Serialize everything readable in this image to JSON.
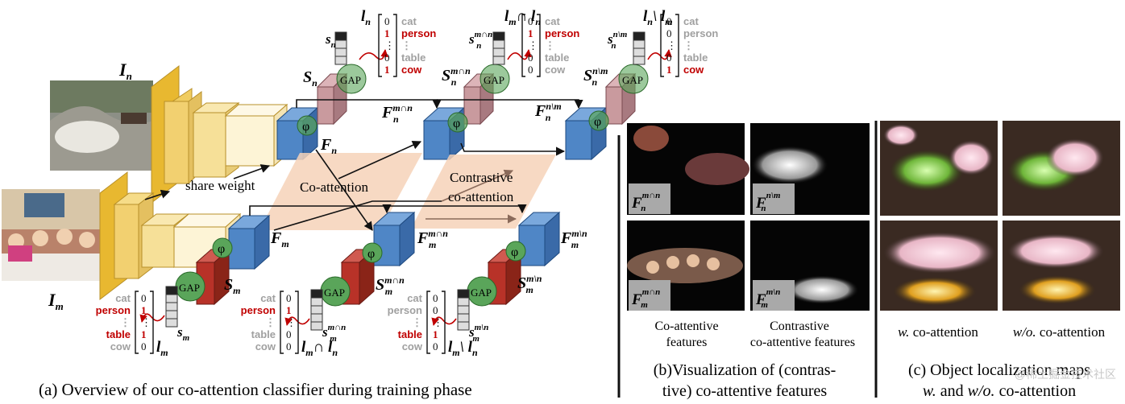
{
  "labels": {
    "In": "I",
    "In_sub": "n",
    "Im": "I",
    "Im_sub": "m",
    "share_weight": "share weight",
    "co_attention": "Co-attention",
    "contrastive_1": "Contrastive",
    "contrastive_2": "co-attention",
    "Sn": "S",
    "Sn_sub": "n",
    "Snmn": "S",
    "Snmn_sub": "n",
    "Snmn_sup": "m∩n",
    "Snnm": "S",
    "Snnm_sub": "n",
    "Snnm_sup": "n\\m",
    "Sm": "S",
    "Sm_sub": "m",
    "Smmn": "S",
    "Smmn_sub": "m",
    "Smmn_sup": "m∩n",
    "Smmm": "S",
    "Smmm_sub": "m",
    "Smmm_sup": "m\\n",
    "Fn": "F",
    "Fn_sub": "n",
    "Fm": "F",
    "Fm_sub": "m",
    "Fnmn": "F",
    "Fnmn_sub": "n",
    "Fnmn_sup": "m∩n",
    "Fnnm": "F",
    "Fnnm_sub": "n",
    "Fnnm_sup": "n\\m",
    "Fmmn": "F",
    "Fmmn_sub": "m",
    "Fmmn_sup": "m∩n",
    "Fmmm": "F",
    "Fmmm_sub": "m",
    "Fmmm_sup": "m\\n",
    "gap": "GAP",
    "phi": "φ",
    "vectors_top": [
      {
        "head": "l",
        "head_sub": "n",
        "head_rest": "",
        "s": "s",
        "s_sub": "n",
        "s_sup": "",
        "values": [
          "0",
          "1",
          "⋮",
          "0",
          "1"
        ],
        "classes": [
          "cat",
          "person",
          "⋮",
          "table",
          "cow"
        ],
        "hi": [
          false,
          true,
          false,
          false,
          true
        ]
      },
      {
        "head": "l",
        "head_sub": "m",
        "head_rest": "∩ l",
        "head_rest_sub": "n",
        "s": "s",
        "s_sub": "n",
        "s_sup": "m∩n",
        "values": [
          "0",
          "1",
          "⋮",
          "0",
          "0"
        ],
        "classes": [
          "cat",
          "person",
          "⋮",
          "table",
          "cow"
        ],
        "hi": [
          false,
          true,
          false,
          false,
          false
        ]
      },
      {
        "head": "l",
        "head_sub": "n",
        "head_rest": "\\ l",
        "head_rest_sub": "m",
        "s": "s",
        "s_sub": "n",
        "s_sup": "n\\m",
        "values": [
          "0",
          "0",
          "⋮",
          "0",
          "1"
        ],
        "classes": [
          "cat",
          "person",
          "⋮",
          "table",
          "cow"
        ],
        "hi": [
          false,
          false,
          false,
          false,
          true
        ]
      }
    ],
    "vectors_bottom": [
      {
        "head": "l",
        "head_sub": "m",
        "head_rest": "",
        "s": "s",
        "s_sub": "m",
        "s_sup": "",
        "values": [
          "0",
          "1",
          "⋮",
          "1",
          "0"
        ],
        "classes": [
          "cat",
          "person",
          "⋮",
          "table",
          "cow"
        ],
        "hi": [
          false,
          true,
          false,
          true,
          false
        ]
      },
      {
        "head": "l",
        "head_sub": "m",
        "head_rest": "∩ l",
        "head_rest_sub": "n",
        "s": "s",
        "s_sub": "m",
        "s_sup": "m∩n",
        "values": [
          "0",
          "1",
          "⋮",
          "0",
          "0"
        ],
        "classes": [
          "cat",
          "person",
          "⋮",
          "table",
          "cow"
        ],
        "hi": [
          false,
          true,
          false,
          false,
          false
        ]
      },
      {
        "head": "l",
        "head_sub": "m",
        "head_rest": "\\ l",
        "head_rest_sub": "n",
        "s": "s",
        "s_sub": "m",
        "s_sup": "m\\n",
        "values": [
          "0",
          "0",
          "⋮",
          "1",
          "0"
        ],
        "classes": [
          "cat",
          "person",
          "⋮",
          "table",
          "cow"
        ],
        "hi": [
          false,
          false,
          false,
          true,
          false
        ]
      }
    ]
  },
  "panel_b": {
    "tile_labels": [
      {
        "main": "F",
        "sub": "n",
        "sup": "m∩n"
      },
      {
        "main": "F",
        "sub": "n",
        "sup": "n\\m"
      },
      {
        "main": "F",
        "sub": "m",
        "sup": "m∩n"
      },
      {
        "main": "F",
        "sub": "m",
        "sup": "m\\n"
      }
    ],
    "col1_line1": "Co-attentive",
    "col1_line2": "features",
    "col2_line1": "Contrastive",
    "col2_line2": "co-attentive features"
  },
  "panel_c": {
    "col1": "co-attention",
    "col1_prefix": "w.",
    "col2": "co-attention",
    "col2_prefix": "w/o."
  },
  "captions": {
    "a": "(a) Overview of our co-attention classifier during training phase",
    "b_line1": "(b)Visualization of (contras-",
    "b_line2": "tive) co-attentive features",
    "c_line1": "(c) Object localization maps",
    "c_line2_prefix": "w.",
    "c_line2_mid": " and ",
    "c_line2_prefix2": "w/o.",
    "c_line2_rest": " co-attention"
  },
  "watermark": "@稀土掘金技术社区",
  "colors": {
    "yellow_dark": "#e8b830",
    "yellow_light": "#fdf6dc",
    "blue": "#4f86c6",
    "green": "#5aa55a",
    "red_box": "#b83228",
    "pink_box": "#c99a9e",
    "red_text": "#c00000",
    "gray_text": "#a0a0a0",
    "arrow_orange": "#d45a2a",
    "coatt_fill": "#f6d2b8"
  }
}
